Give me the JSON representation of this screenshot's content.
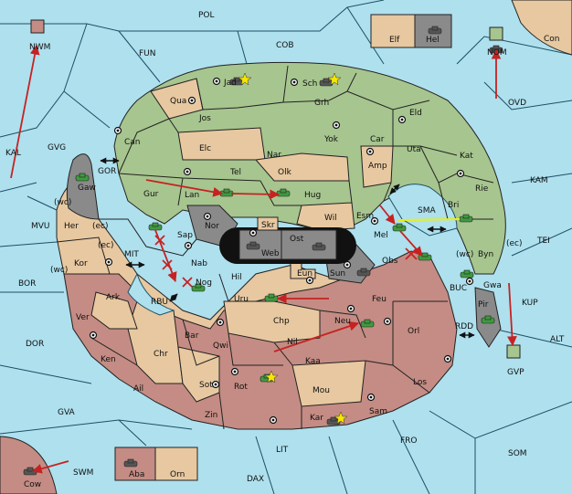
{
  "map": {
    "colors": {
      "sea": "#aee0ee",
      "green": "#a7c58f",
      "tan": "#e7c8a0",
      "rose": "#c48c84",
      "gray": "#8a8a8a",
      "black": "#111111",
      "unit": "#3f9a3f",
      "unit_gray": "#6b6b6b",
      "order_move": "#c62222",
      "order_support": "#f0f000"
    },
    "sea_labels": [
      "POL",
      "COB",
      "FUN",
      "GVG",
      "GOR",
      "KAL",
      "MVU",
      "(wc)",
      "(ec)",
      "(wc)",
      "(ec)",
      "MIT",
      "BOR",
      "RBU",
      "DOR",
      "GVA",
      "SWM",
      "DAX",
      "LIT",
      "FRO",
      "SOM",
      "ALT",
      "KUP",
      "RDD",
      "BUC",
      "TEI",
      "KAM",
      "SMA",
      "OVD",
      "(wc)",
      "(ec)"
    ],
    "land_labels": [
      "Jad",
      "Sch",
      "Qua",
      "Jos",
      "Grh",
      "Eld",
      "Can",
      "Elc",
      "Nar",
      "Yok",
      "Car",
      "Uta",
      "Kat",
      "Tel",
      "Olk",
      "Amp",
      "Gur",
      "Lan",
      "Hug",
      "Rie",
      "Gaw",
      "Nor",
      "Skr",
      "Wil",
      "Esm",
      "Bri",
      "Her",
      "Sap",
      "Web",
      "Ost",
      "Mel",
      "Kor",
      "Nab",
      "Hil",
      "Eun",
      "Sun",
      "Obs",
      "Byn",
      "Ark",
      "Nog",
      "Uru",
      "Feu",
      "Gwa",
      "Pir",
      "Ver",
      "Bar",
      "Qwi",
      "Chp",
      "Neu",
      "Orl",
      "Ken",
      "Chr",
      "Nil",
      "Kaa",
      "Los",
      "Ail",
      "Sot",
      "Rot",
      "Mou",
      "Zin",
      "Kar",
      "Sam"
    ],
    "corner_labels": [
      "NWM",
      "NOM",
      "Con",
      "Elf",
      "Hel",
      "GVP",
      "Cow",
      "Aba",
      "Orn"
    ]
  }
}
